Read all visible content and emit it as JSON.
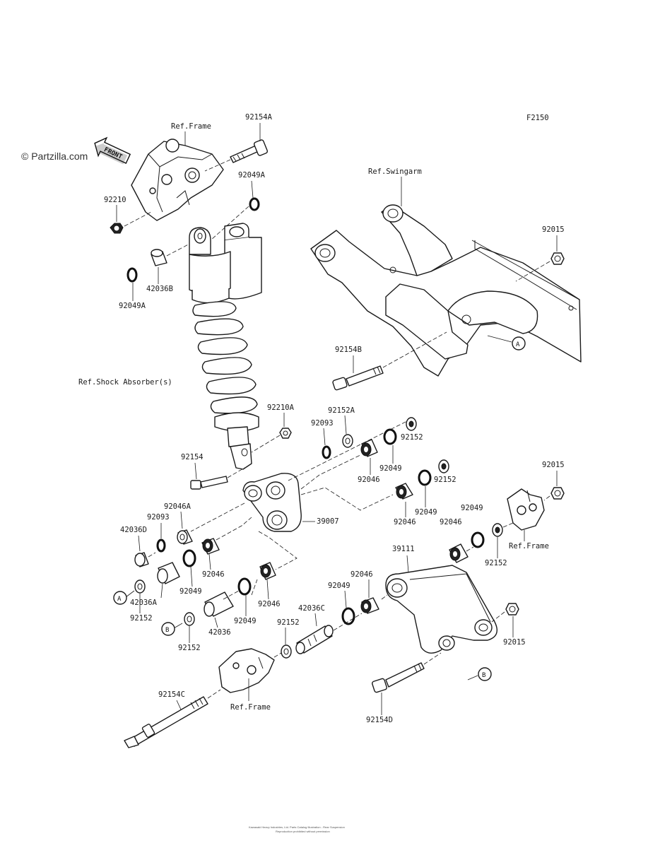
{
  "diagram": {
    "code": "F2150",
    "watermark": "© Partzilla.com",
    "front_arrow": "FRONT",
    "footer": [
      "Kawasaki Heavy Industries, Ltd. Parts Catalog Illustration - Rear Suspension",
      "Reproduction prohibited without permission"
    ],
    "ref_labels": {
      "frame_top": "Ref.Frame",
      "swingarm": "Ref.Swingarm",
      "shock": "Ref.Shock Absorber(s)",
      "frame_right": "Ref.Frame",
      "frame_bottom": "Ref.Frame"
    },
    "markers": {
      "a": "A",
      "b": "B"
    },
    "parts": {
      "p92154A": "92154A",
      "p92049A_top": "92049A",
      "p92210": "92210",
      "p42036B": "42036B",
      "p92049A_left": "92049A",
      "p92015_a": "92015",
      "p92154B": "92154B",
      "p92210A": "92210A",
      "p92152A": "92152A",
      "p92093_top": "92093",
      "p92152_a": "92152",
      "p92049_a": "92049",
      "p92154": "92154",
      "p92046_a": "92046",
      "p92152_b": "92152",
      "p92015_b": "92015",
      "p92049_b": "92049",
      "p92049_c": "92049",
      "p92046A": "92046A",
      "p92046_b": "92046",
      "p92046_c": "92046",
      "p92093_left": "92093",
      "p39007": "39007",
      "p42036D": "42036D",
      "p92046_d": "92046",
      "p92152_c": "92152",
      "p92049_d": "92049",
      "p39111": "39111",
      "p92046_e": "92046",
      "p42036A": "42036A",
      "p92049_e": "92049",
      "p92046_f": "92046",
      "p42036C": "42036C",
      "p92152_d": "92152",
      "p92049_f": "92049",
      "p42036": "42036",
      "p92152_e": "92152",
      "p92152_f": "92152",
      "p92015_c": "92015",
      "p92154C": "92154C",
      "p92154D": "92154D"
    }
  }
}
